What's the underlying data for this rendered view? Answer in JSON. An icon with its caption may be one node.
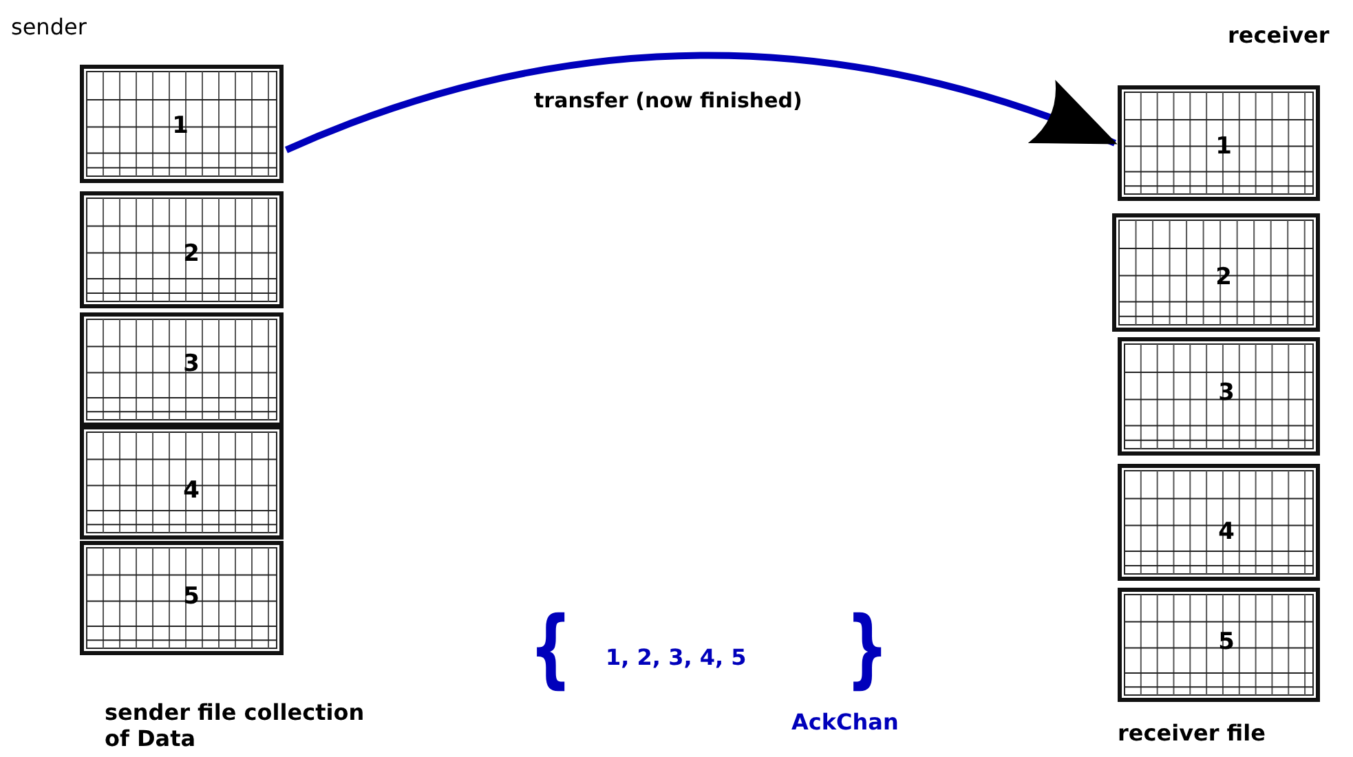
{
  "diagram": {
    "nodes": [
      {
        "text": [
          "1"
        ]
      },
      {
        "text": [
          "2"
        ]
      },
      {
        "text": [
          "3"
        ]
      },
      {
        "text": [
          "4"
        ]
      },
      {
        "text": [
          "5"
        ]
      },
      {
        "text": [
          "1"
        ]
      },
      {
        "text": [
          "2"
        ]
      },
      {
        "text": [
          "3"
        ]
      },
      {
        "text": [
          "4"
        ]
      },
      {
        "text": [
          "5"
        ]
      }
    ],
    "edges": [
      {
        "from": 0,
        "to": 5,
        "arrow": "to",
        "label": "transfer (now finished)",
        "color": "#0000bb"
      }
    ],
    "labels": [
      "sender",
      "receiver",
      "{",
      "1, 2, 3, 4, 5",
      "}",
      "AckChan",
      "sender file collection of Data",
      "receiver file"
    ]
  }
}
